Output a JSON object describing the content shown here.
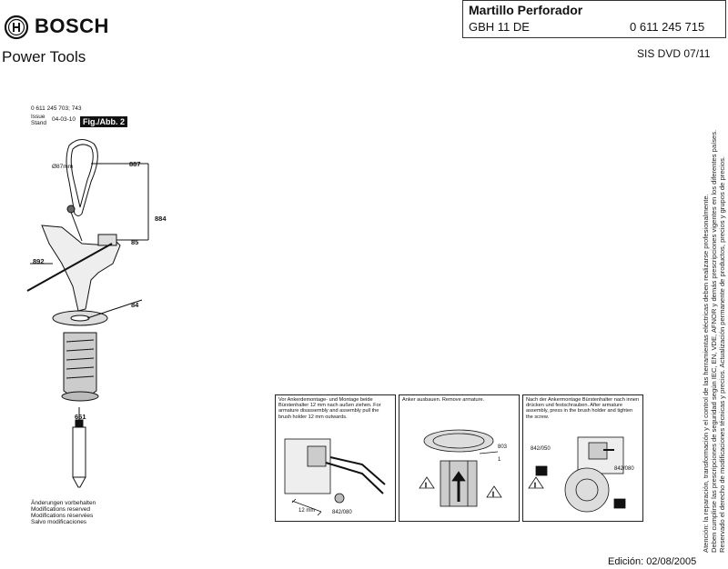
{
  "header": {
    "brand": "BOSCH",
    "sub": "Power Tools",
    "title": "Martillo Perforador",
    "model": "GBH 11 DE",
    "part_number": "0 611 245 715",
    "sis": "SIS DVD 07/11"
  },
  "figure": {
    "ref": "0 611 245 703; 743",
    "issue": "Issue",
    "stand": "Stand",
    "date": "04-03-10",
    "label": "Fig./Abb. 2",
    "parts": {
      "p887": "887",
      "p884": "884",
      "p85": "85",
      "p892": "892",
      "p84": "84",
      "p661": "661",
      "diam": "Ø87mm"
    },
    "changes": [
      "Änderungen vorbehalten",
      "Modifications reserved",
      "Modifications réservées",
      "Salvo modificaciones"
    ]
  },
  "panels": [
    {
      "text": "Vor Ankerdemontage- und Montage beide Bürstenhalter 12 mm nach außen ziehen. For armature disassembly and assembly pull the brush holder 12 mm outwards.",
      "label_a": "842/080",
      "label_b": "12 mm"
    },
    {
      "text": "Anker ausbauen. Remove armature.",
      "label_a": "803",
      "label_b": "1"
    },
    {
      "text": "Nach der Ankermontage Bürstenhalter nach innen drücken und festschrauben. After armature assembly, press in the brush holder and tighten the screw.",
      "label_a": "842/050",
      "label_b": "842/080"
    }
  ],
  "disclaimer": [
    "Atención: la reparación, transformación y el control de las herramientas eléctricas deben realizarse profesionalmente.",
    "Deben cumplirse las prescripciones de seguridad según IEC, EN, VDE, AFNOR y demás prescripciones vigentes en los diferentes países.",
    "Reservado el derecho de modificaciones técnicas y precios. Actualización permanente de productos, precios y grupos de precios."
  ],
  "edition": "Edición: 02/08/2005"
}
